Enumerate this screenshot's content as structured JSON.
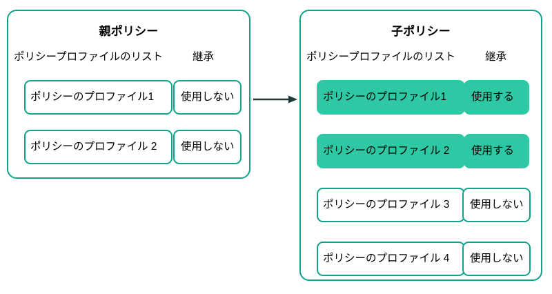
{
  "diagram": {
    "type": "policy-inheritance",
    "colors": {
      "border": "#0fa38a",
      "fill_active": "#2ec9a4",
      "arrow": "#1f3b3b",
      "background": "#ffffff",
      "text": "#000000"
    },
    "arrow": {
      "name": "inheritance-arrow",
      "direction": "right",
      "from": "parent-policy",
      "to": "child-policy"
    },
    "panels": [
      {
        "id": "parent-policy",
        "title": "親ポリシー",
        "headers": {
          "profiles": "ポリシープロファイルのリスト",
          "inherit": "継承"
        },
        "rows": [
          {
            "profile": "ポリシーのプロファイル1",
            "inherit": "使用しない",
            "active": false
          },
          {
            "profile": "ポリシーのプロファイル 2",
            "inherit": "使用しない",
            "active": false
          }
        ]
      },
      {
        "id": "child-policy",
        "title": "子ポリシー",
        "headers": {
          "profiles": "ポリシープロファイルのリスト",
          "inherit": "継承"
        },
        "rows": [
          {
            "profile": "ポリシーのプロファイル1",
            "inherit": "使用する",
            "active": true
          },
          {
            "profile": "ポリシーのプロファイル 2",
            "inherit": "使用する",
            "active": true
          },
          {
            "profile": "ポリシーのプロファイル 3",
            "inherit": "使用しない",
            "active": false
          },
          {
            "profile": "ポリシーのプロファイル 4",
            "inherit": "使用しない",
            "active": false
          }
        ]
      }
    ]
  }
}
